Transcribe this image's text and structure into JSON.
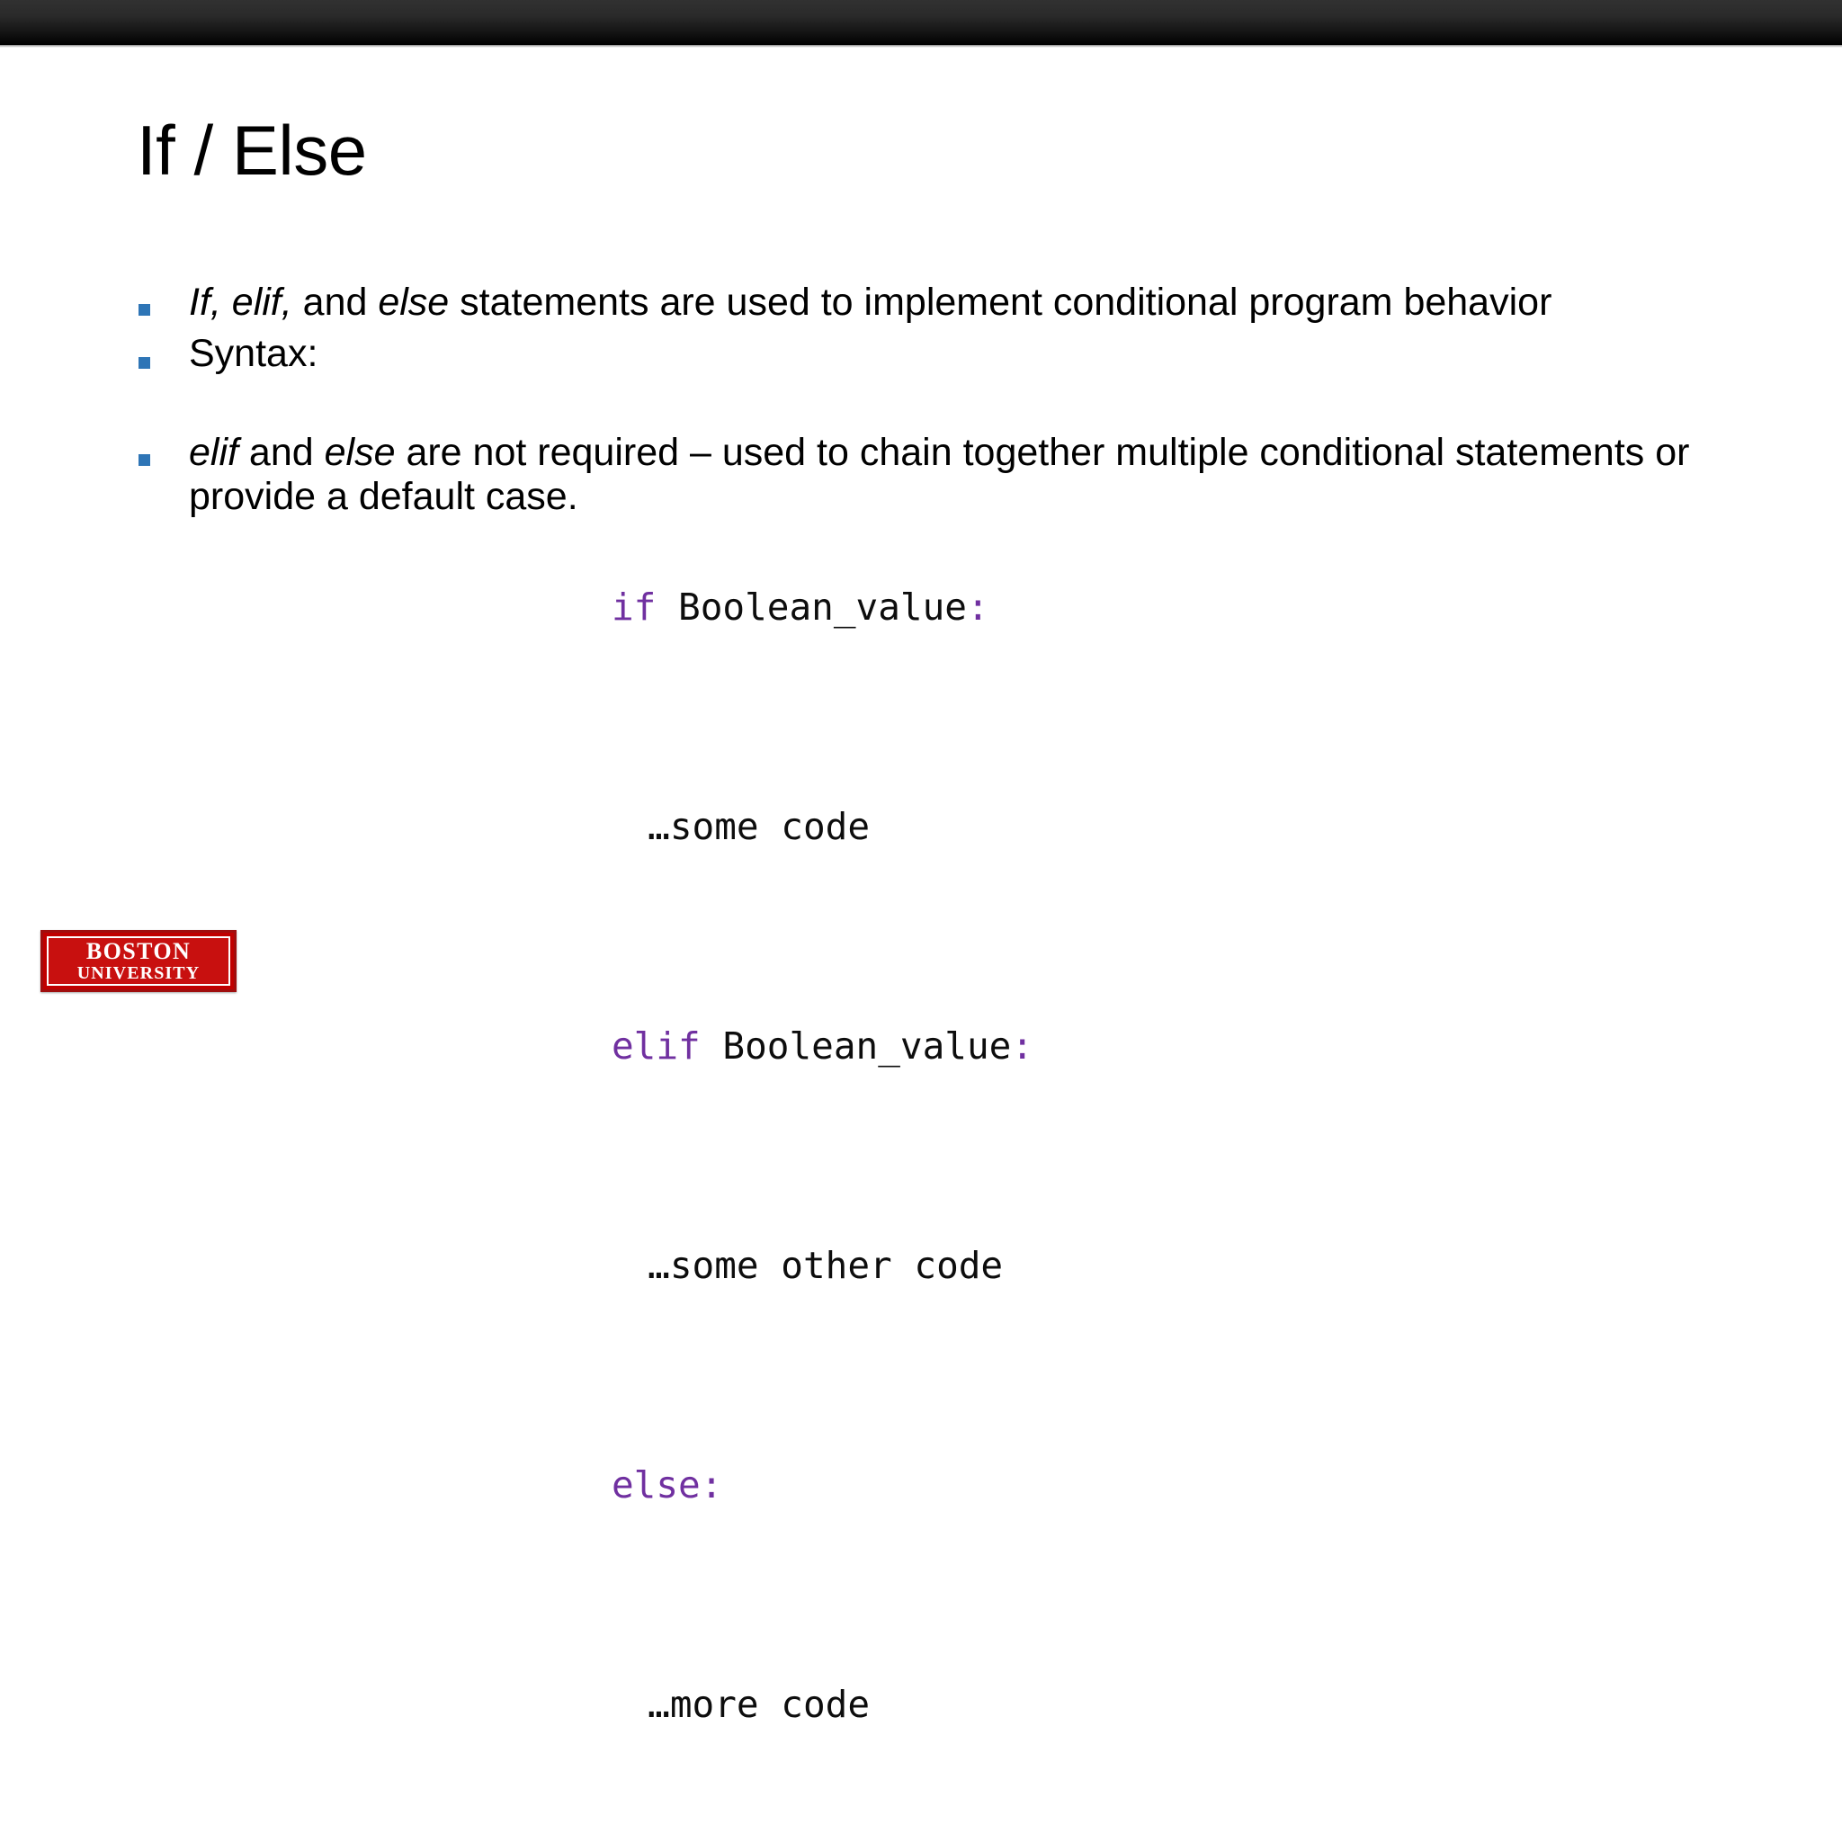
{
  "slide": {
    "title": "If / Else",
    "background_color": "#ffffff",
    "band_color": "#141414",
    "bullet_color": "#2E75B6",
    "keyword_color": "#7030A0"
  },
  "bullets": [
    {
      "id": "conditional-intro",
      "segments": [
        {
          "text": "If, elif,",
          "italic": true
        },
        {
          "text": " and ",
          "italic": false
        },
        {
          "text": "else",
          "italic": true
        },
        {
          "text": " statements are used to implement conditional program behavior",
          "italic": false
        }
      ],
      "plain": "If, elif, and else statements are used to implement conditional program behavior"
    },
    {
      "id": "syntax",
      "segments": [
        {
          "text": "Syntax:",
          "italic": false
        }
      ],
      "plain": "Syntax:"
    },
    {
      "id": "optional-clauses",
      "segments": [
        {
          "text": "elif",
          "italic": true
        },
        {
          "text": " and ",
          "italic": false
        },
        {
          "text": "else",
          "italic": true
        },
        {
          "text": " are not required – used to chain together multiple conditional statements or provide a default case.",
          "italic": false
        }
      ],
      "plain": "elif and else are not required – used to chain together multiple conditional statements or provide a default case."
    }
  ],
  "code_block": {
    "language": "python",
    "lines": [
      {
        "indent": 0,
        "tokens": [
          {
            "text": "if",
            "kind": "keyword"
          },
          {
            "text": " Boolean_value",
            "kind": "plain"
          },
          {
            "text": ":",
            "kind": "keyword"
          }
        ]
      },
      {
        "indent": 1,
        "tokens": [
          {
            "text": "…some code",
            "kind": "plain"
          }
        ]
      },
      {
        "indent": 0,
        "tokens": [
          {
            "text": "elif",
            "kind": "keyword"
          },
          {
            "text": " Boolean_value",
            "kind": "plain"
          },
          {
            "text": ":",
            "kind": "keyword"
          }
        ]
      },
      {
        "indent": 1,
        "tokens": [
          {
            "text": "…some other code",
            "kind": "plain"
          }
        ]
      },
      {
        "indent": 0,
        "tokens": [
          {
            "text": "else:",
            "kind": "keyword"
          }
        ]
      },
      {
        "indent": 1,
        "tokens": [
          {
            "text": "…more code",
            "kind": "plain"
          }
        ]
      }
    ],
    "plain_text": "if Boolean_value:\n  …some code\nelif Boolean_value:\n  …some other code\nelse:\n  …more code"
  },
  "logo": {
    "name": "boston-university",
    "line1": "BOSTON",
    "line2": "UNIVERSITY",
    "background_color": "#C8100F",
    "text_color": "#ffffff"
  }
}
